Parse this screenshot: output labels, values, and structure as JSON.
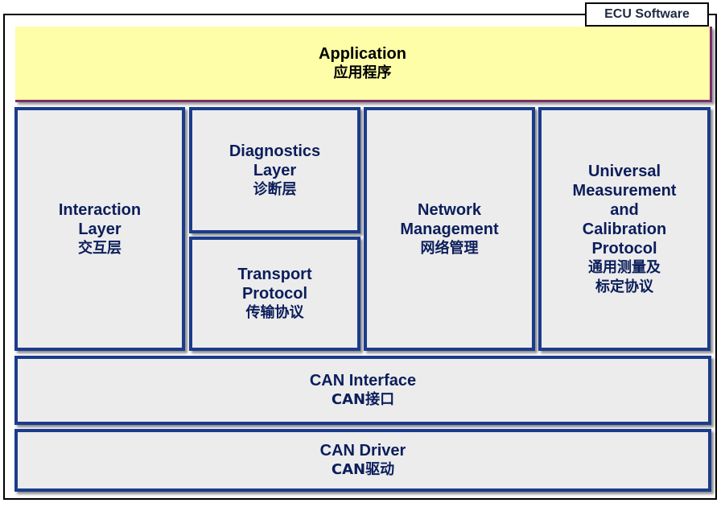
{
  "frame": {
    "label": "ECU Software"
  },
  "application": {
    "en": "Application",
    "cn": "应用程序"
  },
  "interaction": {
    "en1": "Interaction",
    "en2": "Layer",
    "cn": "交互层"
  },
  "diagnostics": {
    "en1": "Diagnostics",
    "en2": "Layer",
    "cn": "诊断层"
  },
  "transport": {
    "en1": "Transport",
    "en2": "Protocol",
    "cn": "传输协议"
  },
  "network": {
    "en1": "Network",
    "en2": "Management",
    "cn": "网络管理"
  },
  "xcp": {
    "en1": "Universal",
    "en2": "Measurement",
    "en3": "and",
    "en4": "Calibration",
    "en5": "Protocol",
    "cn1": "通用测量及",
    "cn2": "标定协议"
  },
  "can_interface": {
    "en": "CAN Interface",
    "cn": "CAN接口"
  },
  "can_driver": {
    "en": "CAN Driver",
    "cn": "CAN驱动"
  },
  "colors": {
    "block_border": "#1b3c8c",
    "block_fill": "#ececec",
    "application_fill": "#fefea8",
    "application_border": "#7a2f6b",
    "text": "#0b1e5b"
  }
}
